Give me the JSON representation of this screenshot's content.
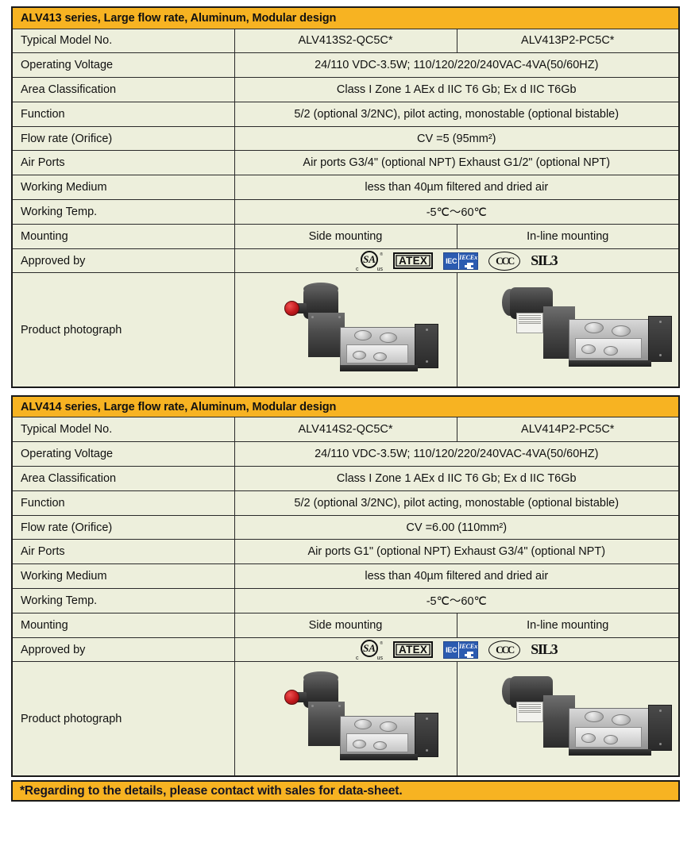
{
  "tables": [
    {
      "id": "alv413",
      "band_title": "ALV413 series, Large flow rate, Aluminum, Modular design",
      "rows": [
        {
          "label": "Typical Model No.",
          "split": true,
          "left": "ALV413S2-QC5C*",
          "right": "ALV413P2-PC5C*"
        },
        {
          "label": "Operating Voltage",
          "split": false,
          "value": "24/110 VDC-3.5W; 110/120/220/240VAC-4VA(50/60HZ)"
        },
        {
          "label": "Area Classification",
          "split": false,
          "value": "Class I Zone 1 AEx d IIC T6 Gb; Ex d IIC T6Gb"
        },
        {
          "label": "Function",
          "split": false,
          "value": "5/2 (optional 3/2NC), pilot acting, monostable (optional bistable)"
        },
        {
          "label": "Flow rate (Orifice)",
          "split": false,
          "value": "CV =5 (95mm²)"
        },
        {
          "label": "Air Ports",
          "split": false,
          "value": "Air ports G3/4\" (optional NPT) Exhaust G1/2\" (optional NPT)"
        },
        {
          "label": "Working Medium",
          "split": false,
          "value": "less than 40µm filtered and dried air"
        },
        {
          "label": "Working Temp.",
          "split": false,
          "value": "-5℃～60℃"
        },
        {
          "label": "Mounting",
          "split": true,
          "left": "Side mounting",
          "right": "In-line mounting"
        },
        {
          "label": "Approved by",
          "split": false,
          "value": "",
          "certs": true
        },
        {
          "label": "Product photograph",
          "split": true,
          "photos": true,
          "left": "",
          "right": ""
        }
      ]
    },
    {
      "id": "alv414",
      "band_title": "ALV414 series, Large flow rate, Aluminum, Modular design",
      "rows": [
        {
          "label": "Typical Model No.",
          "split": true,
          "left": "ALV414S2-QC5C*",
          "right": "ALV414P2-PC5C*"
        },
        {
          "label": "Operating Voltage",
          "split": false,
          "value": "24/110 VDC-3.5W; 110/120/220/240VAC-4VA(50/60HZ)"
        },
        {
          "label": "Area Classification",
          "split": false,
          "value": "Class I Zone 1 AEx d IIC T6 Gb; Ex d IIC T6Gb"
        },
        {
          "label": "Function",
          "split": false,
          "value": "5/2 (optional 3/2NC), pilot acting, monostable (optional bistable)"
        },
        {
          "label": "Flow rate (Orifice)",
          "split": false,
          "value": "CV =6.00 (110mm²)"
        },
        {
          "label": "Air Ports",
          "split": false,
          "value": "Air ports G1\" (optional NPT) Exhaust G3/4\" (optional NPT)"
        },
        {
          "label": "Working Medium",
          "split": false,
          "value": "less than 40µm filtered and dried air"
        },
        {
          "label": "Working Temp.",
          "split": false,
          "value": "-5℃～60℃"
        },
        {
          "label": "Mounting",
          "split": true,
          "left": "Side mounting",
          "right": "In-line mounting"
        },
        {
          "label": "Approved by",
          "split": false,
          "value": "",
          "certs": true
        },
        {
          "label": "Product photograph",
          "split": true,
          "photos": true,
          "left": "",
          "right": ""
        }
      ]
    }
  ],
  "certifications": [
    {
      "name": "csa-logo",
      "text": "SA",
      "sub_left": "c",
      "sub_right": "us"
    },
    {
      "name": "atex-logo",
      "text": "ATEX"
    },
    {
      "name": "iecex-logo",
      "left_text": "IEC",
      "right_text": "IECEx"
    },
    {
      "name": "ccc-logo",
      "text": "CCC"
    },
    {
      "name": "sil3-logo",
      "text": "SIL3"
    }
  ],
  "footer": {
    "note": "*Regarding to the details, please contact with sales for data-sheet."
  },
  "colors": {
    "band": "#F7B322",
    "cell": "#EDEFDC",
    "border": "#1a1a1a",
    "text": "#111111",
    "iecex_blue": "#2B5BB0",
    "button_red": "#C0181C"
  }
}
